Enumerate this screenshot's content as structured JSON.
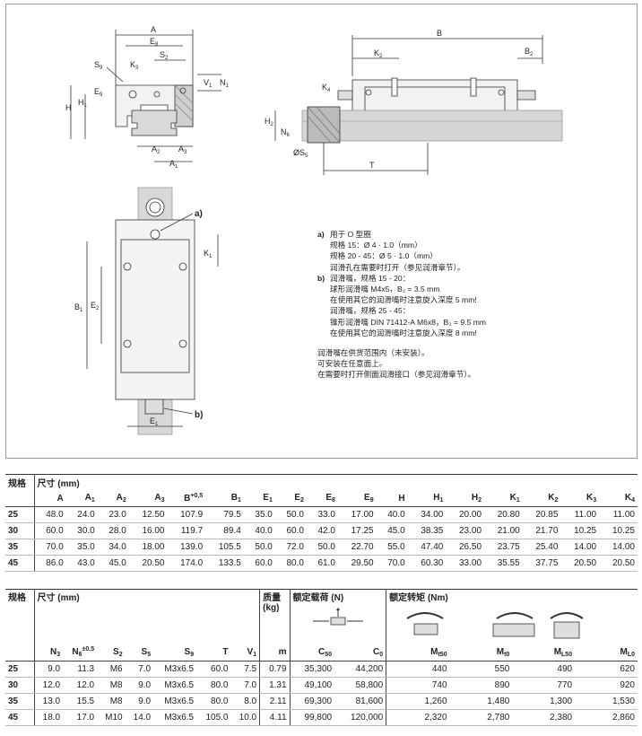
{
  "drawing": {
    "labels": {
      "A": "A",
      "E8": "E",
      "E8_sub": "8",
      "S2": "S",
      "S2_sub": "2",
      "S9": "S",
      "S9_sub": "9",
      "K3": "K",
      "K3_sub": "3",
      "V1": "V",
      "V1_sub": "1",
      "N1": "N",
      "N1_sub": "1",
      "E9": "E",
      "E9_sub": "9",
      "H": "H",
      "H1": "H",
      "H1_sub": "1",
      "A2": "A",
      "A2_sub": "2",
      "A3": "A",
      "A3_sub": "3",
      "A1": "A",
      "A1_sub": "1",
      "B": "B",
      "K2": "K",
      "K2_sub": "2",
      "B2": "B",
      "B2_sub": "2",
      "K4": "K",
      "K4_sub": "4",
      "H2": "H",
      "H2_sub": "2",
      "N6": "N",
      "N6_sub": "6",
      "S5": "ØS",
      "S5_sub": "5",
      "T": "T",
      "a": "a)",
      "b": "b)",
      "K1": "K",
      "K1_sub": "1",
      "B1": "B",
      "B1_sub": "1",
      "E2": "E",
      "E2_sub": "2",
      "E1": "E",
      "E1_sub": "1"
    },
    "notes": {
      "a_key": "a)",
      "a_line1": "用于 O 型圈",
      "a_line2": "规格 15：Ø 4 · 1.0（mm）",
      "a_line3": "规格 20 - 45：Ø 5 · 1.0（mm）",
      "a_line4": "润滑孔在需要时打开（参见润滑章节）。",
      "b_key": "b)",
      "b_line1": "润滑嘴，规格 15 - 20：",
      "b_line2": "球形润滑嘴 M4x5，B₂ = 3.5 mm",
      "b_line3": "在使用其它的润滑嘴时注意旋入深度 5 mm!",
      "b_line4": "润滑嘴，规格 25 - 45：",
      "b_line5": "锥形润滑嘴 DIN 71412-A M6x8，B₂ = 9.5 mm",
      "b_line6": "在使用其它的润滑嘴时注意旋入深度 8 mm!",
      "c_line1": "润滑嘴在供货范围内（未安装）。",
      "c_line2": "可安装在任意面上。",
      "c_line3": "在需要时打开侧面润滑接口（参见润滑章节）。"
    }
  },
  "table1": {
    "size_label": "规格",
    "dims_label": "尺寸 (mm)",
    "columns": [
      {
        "main": "A",
        "sub": "",
        "sup": ""
      },
      {
        "main": "A",
        "sub": "1",
        "sup": ""
      },
      {
        "main": "A",
        "sub": "2",
        "sup": ""
      },
      {
        "main": "A",
        "sub": "3",
        "sup": ""
      },
      {
        "main": "B",
        "sub": "",
        "sup": "+0,5"
      },
      {
        "main": "B",
        "sub": "1",
        "sup": ""
      },
      {
        "main": "E",
        "sub": "1",
        "sup": ""
      },
      {
        "main": "E",
        "sub": "2",
        "sup": ""
      },
      {
        "main": "E",
        "sub": "8",
        "sup": ""
      },
      {
        "main": "E",
        "sub": "9",
        "sup": ""
      },
      {
        "main": "H",
        "sub": "",
        "sup": ""
      },
      {
        "main": "H",
        "sub": "1",
        "sup": ""
      },
      {
        "main": "H",
        "sub": "2",
        "sup": ""
      },
      {
        "main": "K",
        "sub": "1",
        "sup": ""
      },
      {
        "main": "K",
        "sub": "2",
        "sup": ""
      },
      {
        "main": "K",
        "sub": "3",
        "sup": ""
      },
      {
        "main": "K",
        "sub": "4",
        "sup": ""
      }
    ],
    "rows": [
      {
        "size": "25",
        "values": [
          "48.0",
          "24.0",
          "23.0",
          "12.50",
          "107.9",
          "79.5",
          "35.0",
          "50.0",
          "33.0",
          "17.00",
          "40.0",
          "34.00",
          "20.00",
          "20.80",
          "20.85",
          "11.00",
          "11.00"
        ]
      },
      {
        "size": "30",
        "values": [
          "60.0",
          "30.0",
          "28.0",
          "16.00",
          "119.7",
          "89.4",
          "40.0",
          "60.0",
          "42.0",
          "17.25",
          "45.0",
          "38.35",
          "23.00",
          "21.00",
          "21.70",
          "10.25",
          "10.25"
        ]
      },
      {
        "size": "35",
        "values": [
          "70.0",
          "35.0",
          "34.0",
          "18.00",
          "139.0",
          "105.5",
          "50.0",
          "72.0",
          "50.0",
          "22.70",
          "55.0",
          "47.40",
          "26.50",
          "23.75",
          "25.40",
          "14.00",
          "14.00"
        ]
      },
      {
        "size": "45",
        "values": [
          "86.0",
          "43.0",
          "45.0",
          "20.50",
          "174.0",
          "133.5",
          "60.0",
          "80.0",
          "61.0",
          "29.50",
          "70.0",
          "60.30",
          "33.00",
          "35.55",
          "37.75",
          "20.50",
          "20.50"
        ]
      }
    ]
  },
  "table2": {
    "size_label": "规格",
    "dims_label": "尺寸 (mm)",
    "mass_label": "质量",
    "mass_unit": "(kg)",
    "load_label": "额定载荷 (N)",
    "torque_label": "额定转矩 (Nm)",
    "columns": [
      {
        "main": "N",
        "sub": "3",
        "sup": ""
      },
      {
        "main": "N",
        "sub": "6",
        "sup": "±0.5"
      },
      {
        "main": "S",
        "sub": "2",
        "sup": ""
      },
      {
        "main": "S",
        "sub": "5",
        "sup": ""
      },
      {
        "main": "S",
        "sub": "9",
        "sup": ""
      },
      {
        "main": "T",
        "sub": "",
        "sup": ""
      },
      {
        "main": "V",
        "sub": "1",
        "sup": ""
      },
      {
        "main": "m",
        "sub": "",
        "sup": ""
      },
      {
        "main": "C",
        "sub": "50",
        "sup": ""
      },
      {
        "main": "C",
        "sub": "0",
        "sup": ""
      },
      {
        "main": "M",
        "sub": "t50",
        "sup": ""
      },
      {
        "main": "M",
        "sub": "t0",
        "sup": ""
      },
      {
        "main": "M",
        "sub": "L50",
        "sup": ""
      },
      {
        "main": "M",
        "sub": "L0",
        "sup": ""
      }
    ],
    "rows": [
      {
        "size": "25",
        "values": [
          "9.0",
          "11.3",
          "M6",
          "7.0",
          "M3x6.5",
          "60.0",
          "7.5",
          "0.79",
          "35,300",
          "44,200",
          "440",
          "550",
          "490",
          "620"
        ]
      },
      {
        "size": "30",
        "values": [
          "12.0",
          "12.0",
          "M8",
          "9.0",
          "M3x6.5",
          "80.0",
          "7.0",
          "1.31",
          "49,100",
          "58,800",
          "740",
          "890",
          "770",
          "920"
        ]
      },
      {
        "size": "35",
        "values": [
          "13.0",
          "15.5",
          "M8",
          "9.0",
          "M3x6.5",
          "80.0",
          "8.0",
          "2.11",
          "69,300",
          "81,600",
          "1,260",
          "1,480",
          "1,300",
          "1,530"
        ]
      },
      {
        "size": "45",
        "values": [
          "18.0",
          "17.0",
          "M10",
          "14.0",
          "M3x6.5",
          "105.0",
          "10.0",
          "4.11",
          "99,800",
          "120,000",
          "2,320",
          "2,780",
          "2,380",
          "2,860"
        ]
      }
    ]
  }
}
